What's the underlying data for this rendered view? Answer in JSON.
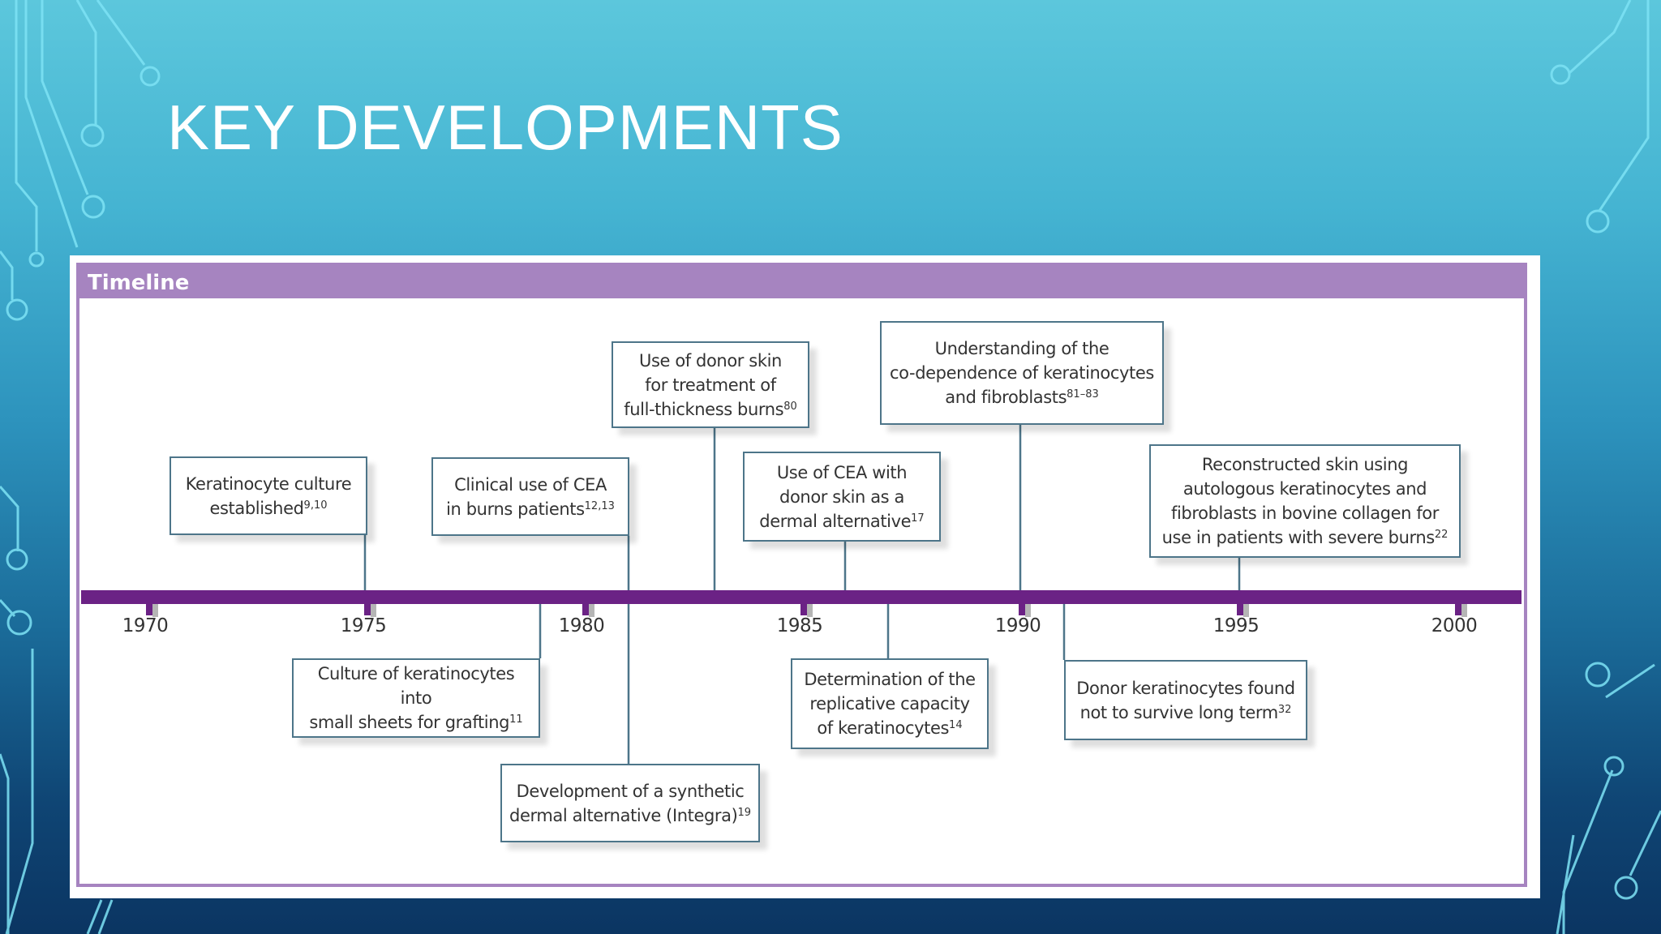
{
  "slide": {
    "title": "KEY DEVELOPMENTS"
  },
  "figure": {
    "heading": "Timeline",
    "colors": {
      "header": "#a684c0",
      "axis": "#6b2285",
      "tick_shadow": "#b5b5b5",
      "connector": "#4d7589",
      "box_border": "#4d7589"
    },
    "axis_years": [
      1970,
      1975,
      1980,
      1985,
      1990,
      1995,
      2000
    ],
    "events": [
      {
        "id": "keratinocyte-culture",
        "year": 1975,
        "position": "above",
        "lines": [
          "Keratinocyte culture",
          "established"
        ],
        "refs": "9,10"
      },
      {
        "id": "culture-sheets",
        "year": 1979,
        "position": "below",
        "lines": [
          "Culture of keratinocytes into",
          "small sheets for grafting"
        ],
        "refs": "11"
      },
      {
        "id": "clinical-cea",
        "year": 1981,
        "position": "above",
        "lines": [
          "Clinical use of CEA",
          "in burns patients"
        ],
        "refs": "12,13"
      },
      {
        "id": "integra",
        "year": 1981,
        "position": "below",
        "lines": [
          "Development of a synthetic",
          "dermal alternative (Integra)"
        ],
        "refs": "19"
      },
      {
        "id": "donor-skin",
        "year": 1983,
        "position": "above",
        "lines": [
          "Use of donor skin",
          "for treatment of",
          "full-thickness burns"
        ],
        "refs": "80"
      },
      {
        "id": "cea-donor",
        "year": 1986,
        "position": "above",
        "lines": [
          "Use of CEA with",
          "donor skin as a",
          "dermal alternative"
        ],
        "refs": "17"
      },
      {
        "id": "replicative-capacity",
        "year": 1987,
        "position": "below",
        "lines": [
          "Determination of the",
          "replicative capacity",
          "of keratinocytes"
        ],
        "refs": "14"
      },
      {
        "id": "co-dependence",
        "year": 1990,
        "position": "above",
        "lines": [
          "Understanding of the",
          "co-dependence of keratinocytes",
          "and fibroblasts"
        ],
        "refs": "81–83"
      },
      {
        "id": "donor-survival",
        "year": 1991,
        "position": "below",
        "lines": [
          "Donor keratinocytes found",
          "not to survive long term"
        ],
        "refs": "32"
      },
      {
        "id": "reconstructed-skin",
        "year": 1995,
        "position": "above",
        "lines": [
          "Reconstructed skin using",
          "autologous keratinocytes and",
          "fibroblasts in bovine collagen for",
          "use in patients with severe burns"
        ],
        "refs": "22"
      }
    ]
  }
}
